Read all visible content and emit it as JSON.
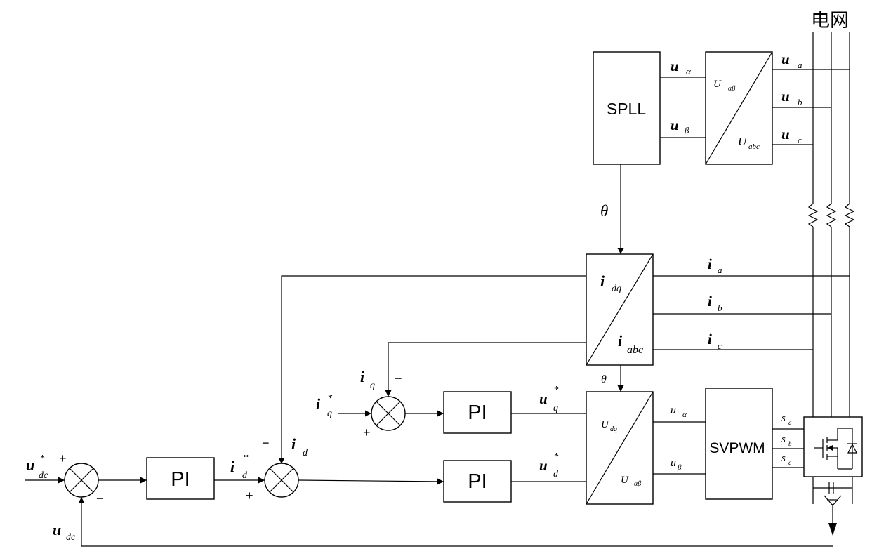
{
  "grid_label": "电网",
  "blocks": {
    "spll": "SPLL",
    "svpwm": "SVPWM",
    "pi": "PI",
    "abc_ab": {
      "top_main": "U",
      "top_sub": "αβ",
      "bottom_main": "U",
      "bottom_sub": "abc"
    },
    "abc_dq": {
      "top_main": "i",
      "top_sub": "dq",
      "bottom_main": "i",
      "bottom_sub": "abc"
    },
    "dq_ab": {
      "top_main": "U",
      "top_sub": "dq",
      "bottom_main": "U",
      "bottom_sub": "αβ"
    }
  },
  "signals": {
    "u": "u",
    "i": "i",
    "s": "s",
    "alpha": "α",
    "beta": "β",
    "a": "a",
    "b": "b",
    "c": "c",
    "d": "d",
    "q": "q",
    "dc": "dc",
    "theta": "θ",
    "star": "*"
  },
  "signs": {
    "plus": "+",
    "minus": "−"
  }
}
